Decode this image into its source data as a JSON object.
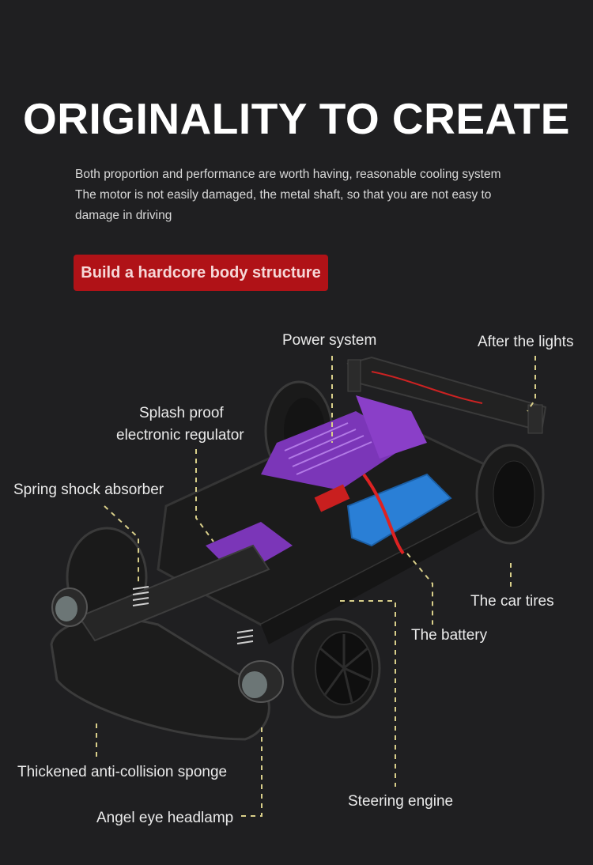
{
  "header": {
    "title": "ORIGINALITY TO CREATE",
    "description": [
      "Both proportion and performance are worth having, reasonable cooling system",
      "The motor is not easily damaged, the metal shaft, so that you are not easy to",
      " damage in driving"
    ]
  },
  "badge": {
    "label": "Build a hardcore body structure",
    "color": "#b01217"
  },
  "callouts": {
    "power_system": "Power system",
    "after_lights": "After the lights",
    "splash_proof_line1": "Splash proof",
    "splash_proof_line2": "electronic regulator",
    "spring_shock": "Spring shock absorber",
    "car_tires": "The car tires",
    "battery": "The battery",
    "sponge": "Thickened anti-collision sponge",
    "steering": "Steering engine",
    "headlamp": "Angel eye headlamp"
  },
  "colors": {
    "background": "#1f1f21",
    "leader_line": "#d9cf8a",
    "heatsink": "#8a3fc8",
    "battery": "#2a7fd6"
  }
}
